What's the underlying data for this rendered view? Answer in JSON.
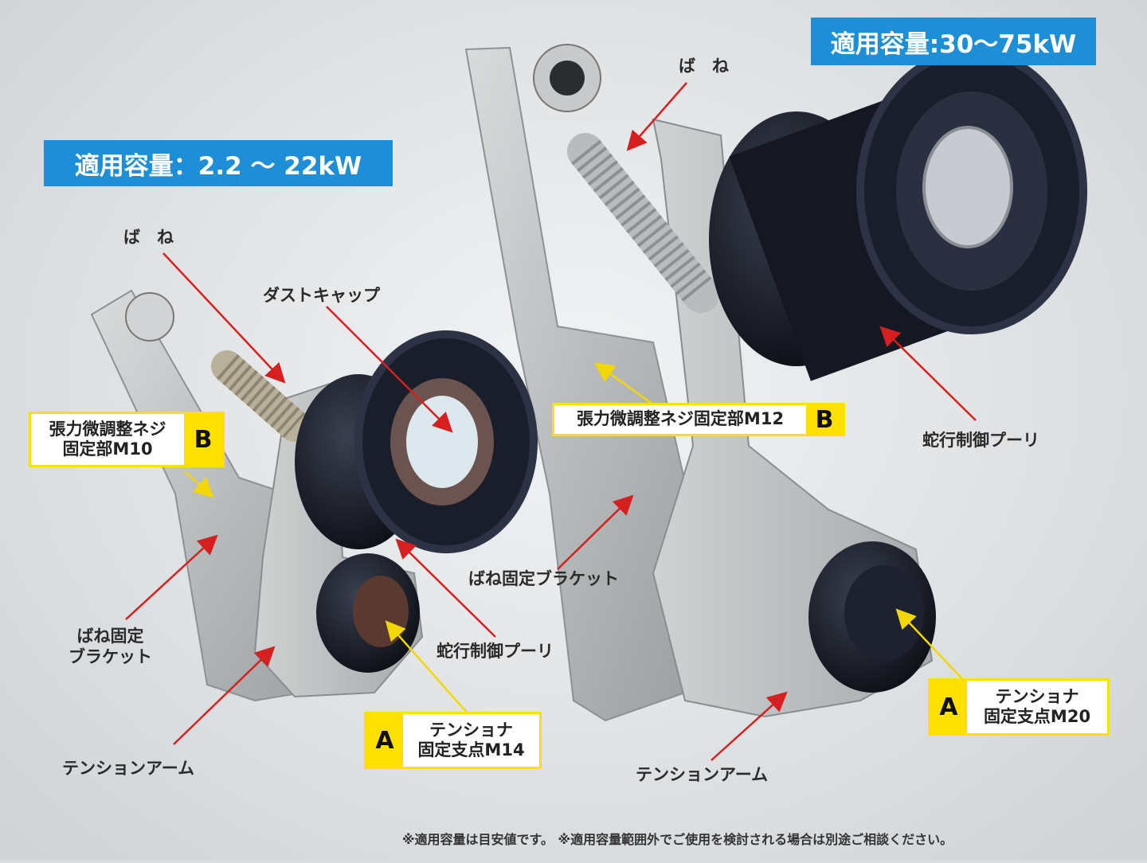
{
  "captions": {
    "capacity_small": "適用容量：2.2 〜 22kW",
    "capacity_large": "適用容量:30〜75kW"
  },
  "labels": {
    "spring_left": "ば　ね",
    "spring_right": "ば　ね",
    "dust_cap": "ダストキャップ",
    "meander_pulley_right": "蛇行制御プーリ",
    "meander_pulley_center": "蛇行制御プーリ",
    "spring_bracket_center": "ばね固定ブラケット",
    "spring_bracket_left_line1": "ばね固定",
    "spring_bracket_left_line2": "ブラケット",
    "tension_arm_left": "テンションアーム",
    "tension_arm_right": "テンションアーム"
  },
  "boxes": {
    "b_left": {
      "line1": "張力微調整ネジ",
      "line2": "固定部M10",
      "letter": "B"
    },
    "b_right": {
      "line1": "張力微調整ネジ固定部M12",
      "letter": "B"
    },
    "a_left": {
      "line1": "テンショナ",
      "line2": "固定支点M14",
      "letter": "A"
    },
    "a_right": {
      "line1": "テンショナ",
      "line2": "固定支点M20",
      "letter": "A"
    }
  },
  "footnote": "※適用容量は目安値です。 ※適用容量範囲外でご使用を検討される場合は別途ご相談ください。",
  "colors": {
    "caption_blue": "#1e8fd6",
    "box_yellow": "#ffe000",
    "arrow_red": "#d62020",
    "arrow_yellow": "#f2d800"
  }
}
